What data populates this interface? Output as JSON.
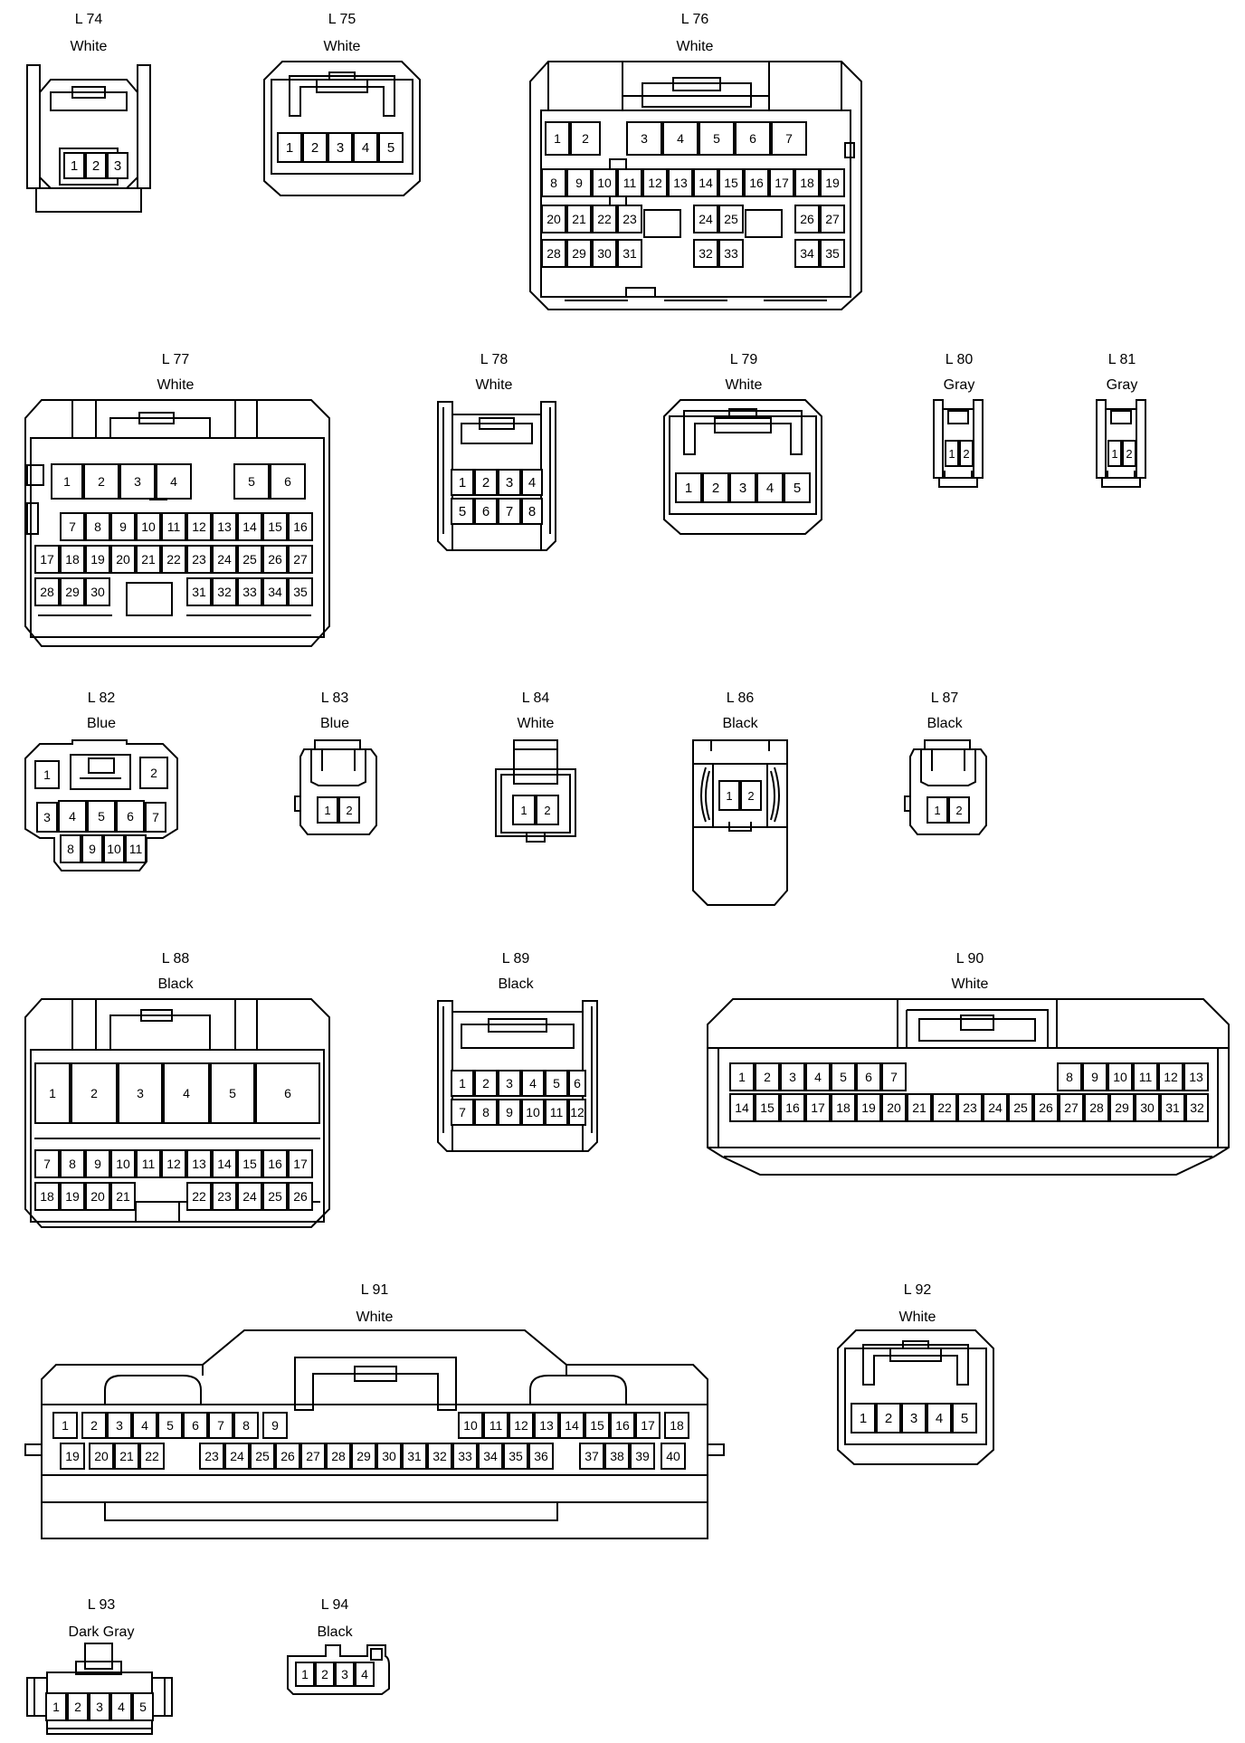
{
  "connectors": [
    {
      "id": "L 74",
      "color": "White"
    },
    {
      "id": "L 75",
      "color": "White"
    },
    {
      "id": "L 76",
      "color": "White"
    },
    {
      "id": "L 77",
      "color": "White"
    },
    {
      "id": "L 78",
      "color": "White"
    },
    {
      "id": "L 79",
      "color": "White"
    },
    {
      "id": "L 80",
      "color": "Gray"
    },
    {
      "id": "L 81",
      "color": "Gray"
    },
    {
      "id": "L 82",
      "color": "Blue"
    },
    {
      "id": "L 83",
      "color": "Blue"
    },
    {
      "id": "L 84",
      "color": "White"
    },
    {
      "id": "L 86",
      "color": "Black"
    },
    {
      "id": "L 87",
      "color": "Black"
    },
    {
      "id": "L 88",
      "color": "Black"
    },
    {
      "id": "L 89",
      "color": "Black"
    },
    {
      "id": "L 90",
      "color": "White"
    },
    {
      "id": "L 91",
      "color": "White"
    },
    {
      "id": "L 92",
      "color": "White"
    },
    {
      "id": "L 93",
      "color": "Dark Gray"
    },
    {
      "id": "L 94",
      "color": "Black"
    }
  ]
}
